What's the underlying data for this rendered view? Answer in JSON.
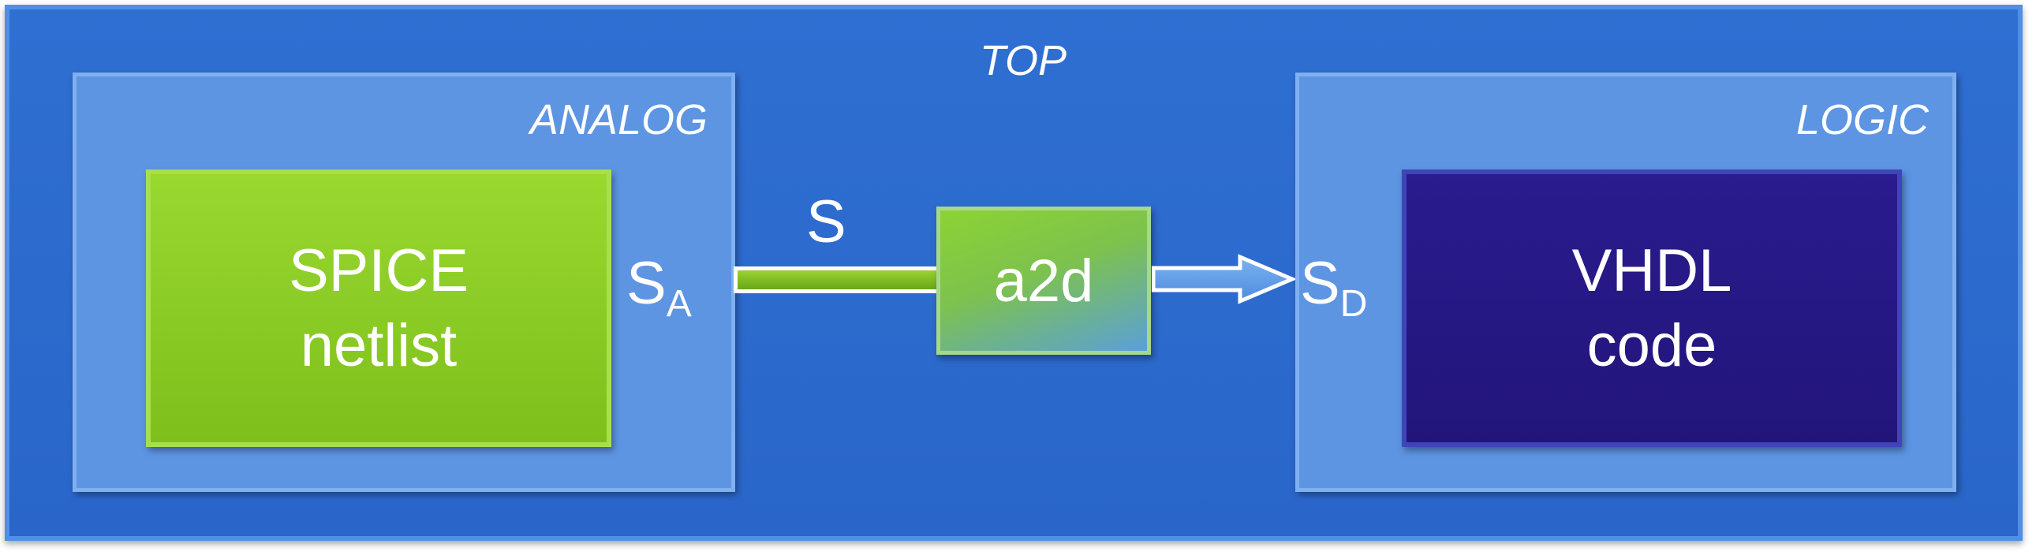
{
  "top": {
    "title": "TOP"
  },
  "analog": {
    "title": "ANALOG",
    "block_line1": "SPICE",
    "block_line2": "netlist"
  },
  "logic": {
    "title": "LOGIC",
    "block_line1": "VHDL",
    "block_line2": "code"
  },
  "converter": {
    "label": "a2d"
  },
  "signals": {
    "analog_main": "S",
    "analog_sub": "A",
    "wire": "S",
    "digital_main": "S",
    "digital_sub": "D"
  },
  "colors": {
    "top_fill": "#2f6fd2",
    "frame_fill": "#5d95e3",
    "spice_fill": "#8fcc22",
    "vhdl_fill": "#251780",
    "text": "#ffffff"
  }
}
